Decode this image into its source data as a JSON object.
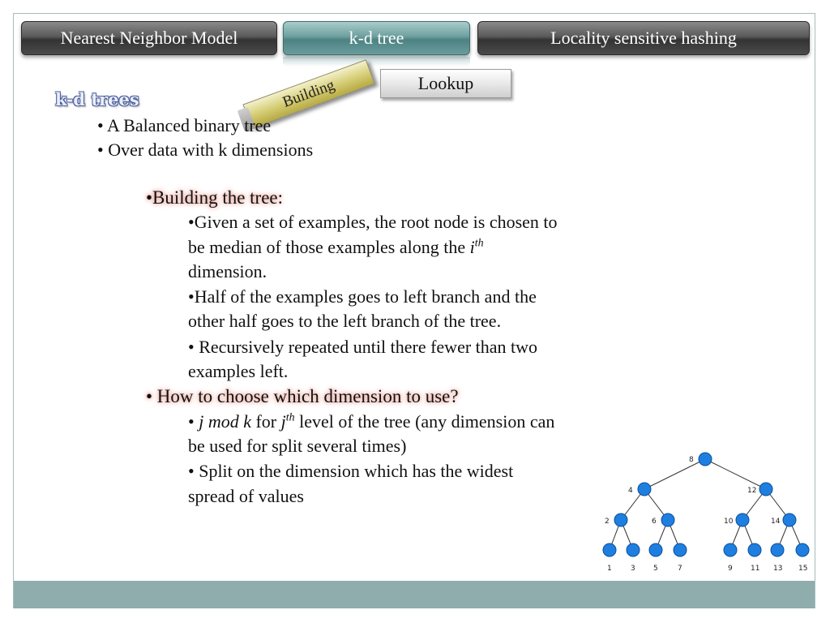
{
  "tabs": {
    "nearest": "Nearest Neighbor Model",
    "kdtree": "k-d tree",
    "lsh": "Locality sensitive hashing"
  },
  "subtabs": {
    "building": "Building",
    "lookup": "Lookup"
  },
  "heading": "k-d trees",
  "bullets": {
    "b1": "• A Balanced binary tree",
    "b2": "• Over data with k dimensions"
  },
  "building": {
    "head": "•Building the tree:",
    "p1_line1": "•Given a set of examples, the root node is chosen to",
    "p1_line2a": "be median of those examples along the ",
    "p1_i": "i",
    "p1_sup": "th",
    "p1_line3": "dimension.",
    "p2_line1": "•Half of the examples goes to left branch and the",
    "p2_line2": "other half goes to the left branch of the tree.",
    "p3_line1": "• Recursively repeated until there fewer than two",
    "p3_line2": "examples left."
  },
  "choose": {
    "head": "• How to choose which dimension to use?",
    "q1_bullet": "• ",
    "q1_jmodk": "j mod k",
    "q1_for": " for ",
    "q1_j": "j",
    "q1_sup": "th",
    "q1_rest": " level of the tree (any dimension can",
    "q1_line2": "be used for split several times)",
    "q2_line1": "• Split on the dimension which has the widest",
    "q2_line2": "spread of values"
  },
  "tree": {
    "root": "8",
    "l1": [
      "4",
      "12"
    ],
    "l2": [
      "2",
      "6",
      "10",
      "14"
    ],
    "leaves": [
      "1",
      "3",
      "5",
      "7",
      "9",
      "11",
      "13",
      "15"
    ],
    "node_color": "#1e7fe0"
  }
}
